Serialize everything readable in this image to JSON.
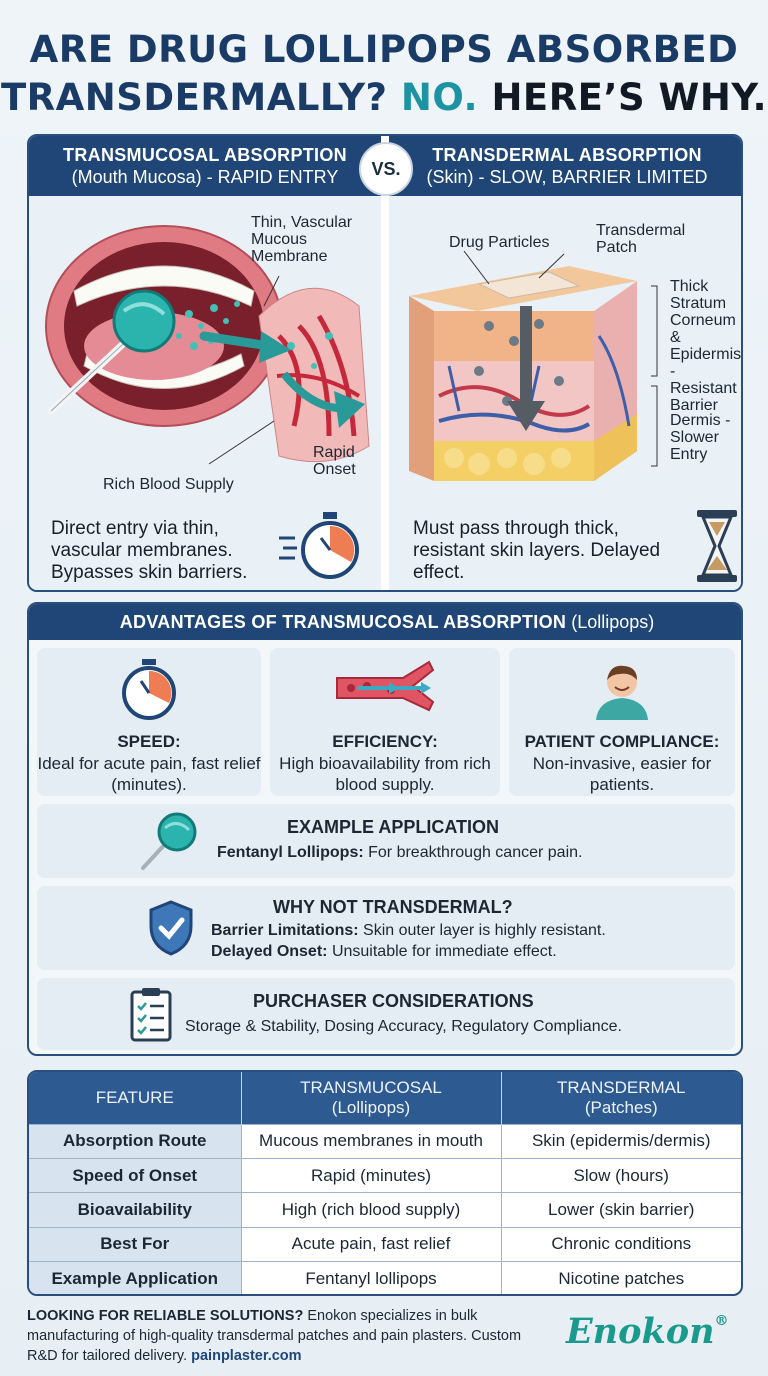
{
  "title": {
    "line1": "ARE DRUG LOLLIPOPS ABSORBED",
    "line2_part1": "TRANSDERMALLY?",
    "line2_part2": "NO.",
    "line2_part3": "HERE’S WHY."
  },
  "compare": {
    "vs": "VS.",
    "left": {
      "heading": "TRANSMUCOSAL ABSORPTION",
      "subheading": "(Mouth Mucosa) - RAPID ENTRY",
      "labels": {
        "membrane": "Thin, Vascular Mucous Membrane",
        "onset": "Rapid Onset",
        "blood": "Rich Blood Supply"
      },
      "description": "Direct entry via thin, vascular membranes. Bypasses skin barriers.",
      "icon": "stopwatch-icon"
    },
    "right": {
      "heading": "TRANSDERMAL ABSORPTION",
      "subheading": "(Skin) - SLOW, BARRIER LIMITED",
      "labels": {
        "particles": "Drug Particles",
        "patch": "Transdermal Patch",
        "corneum": "Thick Stratum Corneum & Epidermis - Resistant Barrier",
        "dermis": "Dermis - Slower Entry"
      },
      "description": "Must pass through thick, resistant skin layers. Delayed effect.",
      "icon": "hourglass-icon"
    }
  },
  "advantages": {
    "heading_bold": "ADVANTAGES OF TRANSMUCOSAL ABSORPTION",
    "heading_rest": "(Lollipops)",
    "cards": [
      {
        "title": "SPEED:",
        "text": "Ideal for acute pain, fast relief (minutes).",
        "icon": "stopwatch-icon"
      },
      {
        "title": "EFFICIENCY:",
        "text": "High bioavailability from rich blood supply.",
        "icon": "blood-vessel-icon"
      },
      {
        "title": "PATIENT COMPLIANCE:",
        "text": "Non-invasive, easier for patients.",
        "icon": "patient-icon"
      }
    ],
    "example": {
      "title": "EXAMPLE APPLICATION",
      "bold": "Fentanyl Lollipops:",
      "text": "For breakthrough cancer pain.",
      "icon": "lollipop-icon"
    },
    "why_not": {
      "title": "WHY NOT TRANSDERMAL?",
      "line1_bold": "Barrier Limitations:",
      "line1_text": "Skin outer layer is highly resistant.",
      "line2_bold": "Delayed Onset:",
      "line2_text": "Unsuitable for immediate effect.",
      "icon": "shield-check-icon"
    },
    "purchaser": {
      "title": "PURCHASER CONSIDERATIONS",
      "text": "Storage & Stability, Dosing Accuracy, Regulatory Compliance.",
      "icon": "clipboard-icon"
    }
  },
  "table": {
    "headers": [
      {
        "line1": "FEATURE",
        "line2": ""
      },
      {
        "line1": "TRANSMUCOSAL",
        "line2": "(Lollipops)"
      },
      {
        "line1": "TRANSDERMAL",
        "line2": "(Patches)"
      }
    ],
    "rows": [
      {
        "feature": "Absorption Route",
        "transmucosal": "Mucous membranes in mouth",
        "transdermal": "Skin (epidermis/dermis)"
      },
      {
        "feature": "Speed of Onset",
        "transmucosal": "Rapid (minutes)",
        "transdermal": "Slow (hours)"
      },
      {
        "feature": "Bioavailability",
        "transmucosal": "High (rich blood supply)",
        "transdermal": "Lower (skin barrier)"
      },
      {
        "feature": "Best For",
        "transmucosal": "Acute pain, fast relief",
        "transdermal": "Chronic conditions"
      },
      {
        "feature": "Example Application",
        "transmucosal": "Fentanyl lollipops",
        "transdermal": "Nicotine patches"
      }
    ]
  },
  "footer": {
    "lead": "LOOKING FOR RELIABLE SOLUTIONS?",
    "text": "Enokon specializes in bulk manufacturing of high-quality transdermal patches and pain plasters. Custom R&D for tailored delivery.",
    "link": "painplaster.com",
    "brand": "Enokon",
    "brand_mark": "®"
  },
  "colors": {
    "navy": "#1f4677",
    "teal": "#1c93a2",
    "panel_bg": "#eaf1f6",
    "brand": "#1a9a8c"
  }
}
